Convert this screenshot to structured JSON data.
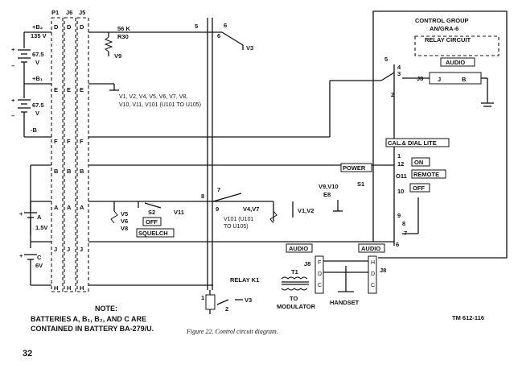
{
  "connectors": {
    "p1": "P1",
    "j6": "J6",
    "j5": "J5"
  },
  "pins": {
    "d": "D",
    "e": "E",
    "f": "F",
    "b": "B",
    "a": "A",
    "j": "J",
    "h": "H"
  },
  "batteries": {
    "b2_label": "+B₂",
    "b2_voltage": "135 V",
    "b2a_voltage": "67.5",
    "b2a_unit": "V",
    "b1_label": "+B₁",
    "b1_voltage": "67.5",
    "b1_unit": "V",
    "minus_b": "-B",
    "plus": "+",
    "minus": "–",
    "a_label": "A",
    "a_voltage": "1.5V",
    "c_label": "C",
    "c_voltage": "6V"
  },
  "resistor": {
    "value": "56 K",
    "ref": "R30",
    "tube": "V9"
  },
  "tubes_text": {
    "line1": "V1, V2, V4, V5, V6, V7, V8,",
    "line2": "V10, V11, V101 (U101 TO U105)"
  },
  "relay_contacts": {
    "c5": "5",
    "c6": "6",
    "c6b": "6",
    "v3": "V3",
    "c8": "8",
    "c7": "7",
    "c9": "9",
    "c1": "1",
    "c2": "2",
    "v3b": "V3"
  },
  "relay_k1": "RELAY K1",
  "control_group": {
    "line1": "CONTROL GROUP",
    "line2": "AN/GRA-6",
    "relay": "RELAY CIRCUIT",
    "audio": "AUDIO",
    "j8": "J8",
    "j": "J",
    "b": "B"
  },
  "switch": {
    "s1": "S1",
    "power": "POWER",
    "cal": "CAL.& DIAL LITE",
    "on": "ON",
    "remote": "REMOTE",
    "off": "OFF",
    "v9v10": "V9,V10",
    "e8": "E8",
    "positions": [
      "5",
      "3",
      "4",
      "2",
      "1",
      "12",
      "O11",
      "10",
      "9",
      "8",
      "7",
      "6"
    ]
  },
  "squelch": {
    "v5": "V5",
    "v6": "V6",
    "v8": "V8",
    "s2": "S2",
    "v11": "V11",
    "off": "OFF",
    "squelch": "SQUELCH",
    "v4v7": "V4,V7",
    "v101": "V101 (U101",
    "to": "TO U105)",
    "v1v2": "V1,V2"
  },
  "audio_section": {
    "audio_left": "AUDIO",
    "audio_right": "AUDIO",
    "j8_left": "J8",
    "j8_right": "J8",
    "pins_left": [
      "F",
      "D",
      "C"
    ],
    "pins_right": [
      "H",
      "D",
      "C"
    ],
    "t1": "T1",
    "to": "TO",
    "modulator": "MODULATOR",
    "handset": "HANDSET"
  },
  "note": {
    "title": "NOTE:",
    "line1": "BATTERIES A, B₁, B₂, AND C ARE",
    "line2": "CONTAINED IN BATTERY BA-279/U."
  },
  "tm": "TM 612-116",
  "caption": "Figure 22. Control circuit diagram.",
  "page_number": "32"
}
